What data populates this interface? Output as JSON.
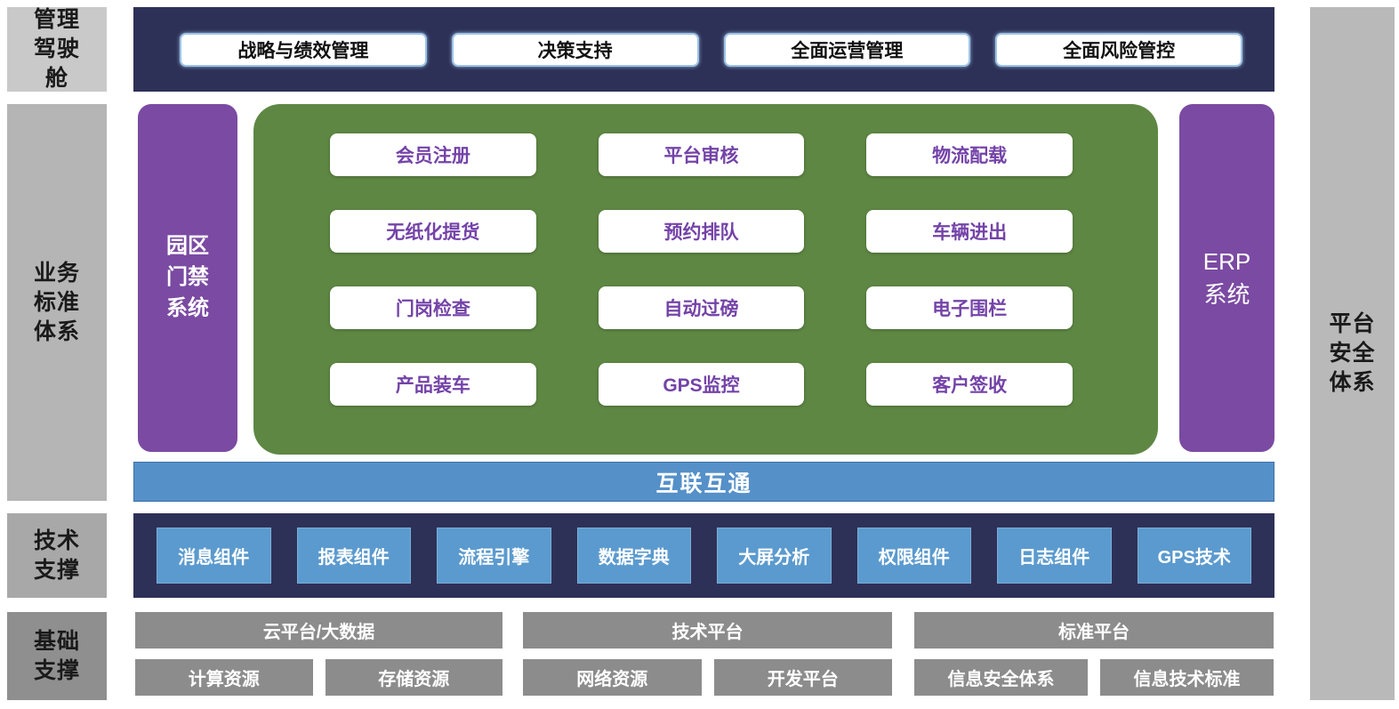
{
  "colors": {
    "navy_band": "#2e3157",
    "green_panel": "#5e8743",
    "purple_box": "#7b4aa2",
    "module_text": "#7443a8",
    "interconnect_blue": "#5590c8",
    "tech_box_blue": "#5b9ace",
    "gray_rail_light": "#c9c9c9",
    "gray_rail_mid": "#b5b5b5",
    "gray_rail_dark": "#8f8f8f",
    "foundation_gray": "#8c8c8c"
  },
  "left_rail": {
    "items": [
      {
        "label": "管理\n驾驶\n舱"
      },
      {
        "label": "业务\n标准\n体系"
      },
      {
        "label": "技术\n支撑"
      },
      {
        "label": "基础\n支撑"
      }
    ]
  },
  "right_rail": {
    "label": "平台\n安全\n体系"
  },
  "cockpit": {
    "items": [
      "战略与绩效管理",
      "决策支持",
      "全面运营管理",
      "全面风险管控"
    ]
  },
  "middle": {
    "park_access": "园区\n门禁\n系统",
    "erp": "ERP\n系统",
    "modules": [
      "会员注册",
      "平台审核",
      "物流配载",
      "无纸化提货",
      "预约排队",
      "车辆进出",
      "门岗检查",
      "自动过磅",
      "电子围栏",
      "产品装车",
      "GPS监控",
      "客户签收"
    ]
  },
  "interconnect": {
    "label": "互联互通"
  },
  "tech_band": {
    "items": [
      "消息组件",
      "报表组件",
      "流程引擎",
      "数据字典",
      "大屏分析",
      "权限组件",
      "日志组件",
      "GPS技术"
    ]
  },
  "foundation": {
    "groups": [
      {
        "title": "云平台/大数据",
        "children": [
          "计算资源",
          "存储资源"
        ]
      },
      {
        "title": "技术平台",
        "children": [
          "网络资源",
          "开发平台"
        ]
      },
      {
        "title": "标准平台",
        "children": [
          "信息安全体系",
          "信息技术标准"
        ]
      }
    ]
  }
}
